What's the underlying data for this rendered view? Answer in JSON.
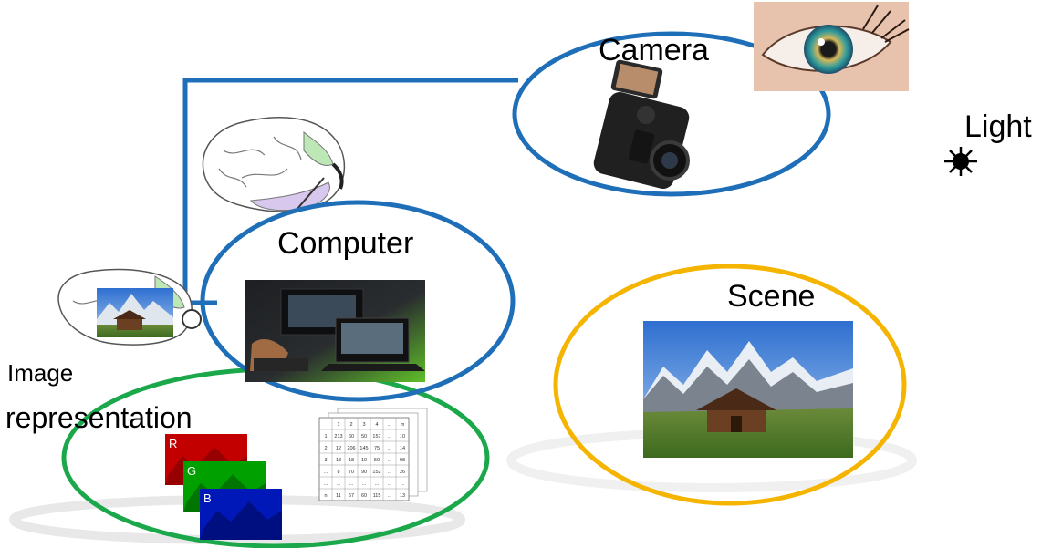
{
  "labels": {
    "camera": "Camera",
    "light": "Light",
    "computer": "Computer",
    "scene": "Scene",
    "image": "Image",
    "representation": "representation"
  },
  "channel_letters": [
    "R",
    "G",
    "B"
  ],
  "matrix": {
    "col_headers": [
      "1",
      "2",
      "3",
      "4",
      "...",
      "m"
    ],
    "rows": [
      [
        "1",
        "213",
        "60",
        "50",
        "157",
        "...",
        "10"
      ],
      [
        "2",
        "12",
        "206",
        "145",
        "75",
        "...",
        "14"
      ],
      [
        "3",
        "13",
        "18",
        "10",
        "50",
        "...",
        "98"
      ],
      [
        "...",
        "8",
        "70",
        "90",
        "152",
        "...",
        "26"
      ],
      [
        "...",
        "...",
        "...",
        "...",
        "...",
        "...",
        "..."
      ],
      [
        "n",
        "11",
        "67",
        "60",
        "115",
        "...",
        "13"
      ]
    ]
  },
  "colors": {
    "camera_ring": "#1f6fb8",
    "computer_ring": "#1f6fb8",
    "connector": "#1f6fb8",
    "scene_ring": "#f5b400",
    "representation_ring": "#1aa84a"
  },
  "icons": {
    "eye": "eye-photo",
    "camera": "action-camera-photo",
    "light": "sun-icon",
    "brain": "brain-illustration",
    "computer": "workstation-photo",
    "scene": "mountain-barn-photo"
  }
}
